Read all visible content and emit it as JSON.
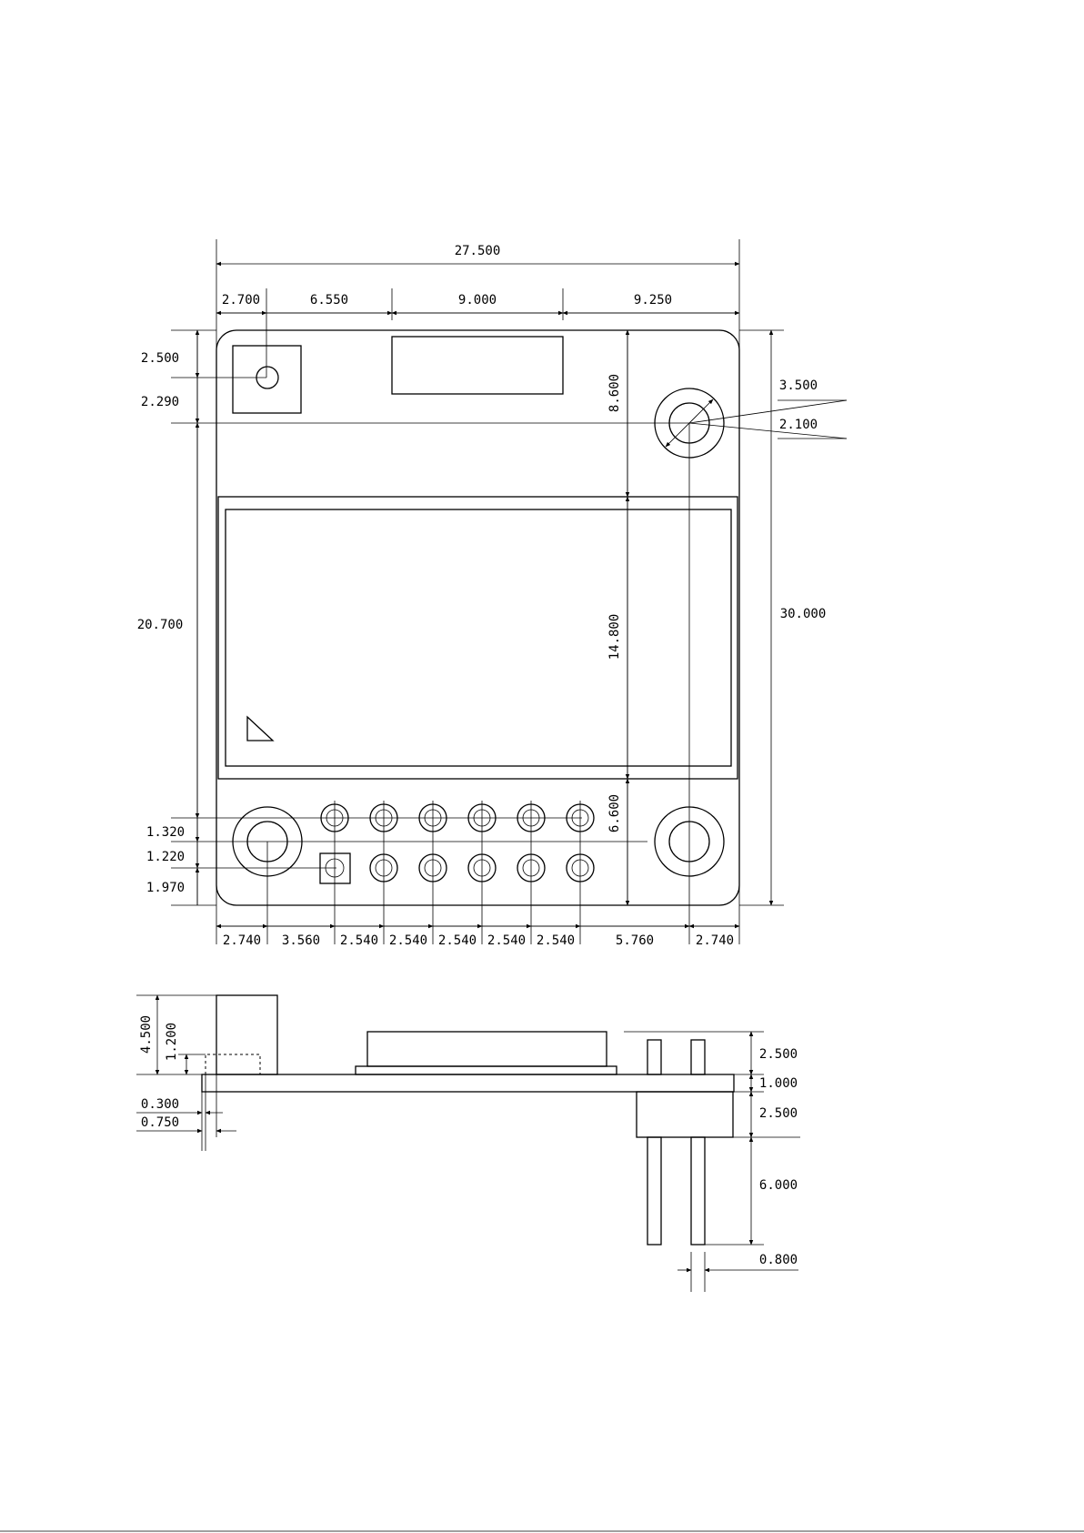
{
  "top_view": {
    "overall_width": "27.500",
    "top_segments": [
      "2.700",
      "6.550",
      "9.000",
      "9.250"
    ],
    "left_dims": [
      "2.500",
      "2.290",
      "20.700",
      "1.320",
      "1.220",
      "1.970"
    ],
    "right_height": "30.000",
    "hole_diameters": [
      "3.500",
      "2.100"
    ],
    "vertical_dims": [
      "8.600",
      "14.800",
      "6.600"
    ],
    "bottom_segments": [
      "2.740",
      "3.560",
      "2.540",
      "2.540",
      "2.540",
      "2.540",
      "2.540",
      "5.760",
      "2.740"
    ]
  },
  "side_view": {
    "left_vertical": [
      "4.500",
      "1.200"
    ],
    "left_horizontal": [
      "0.300",
      "0.750"
    ],
    "right_vertical": [
      "2.500",
      "1.000",
      "2.500",
      "6.000"
    ],
    "pin_width": "0.800"
  }
}
